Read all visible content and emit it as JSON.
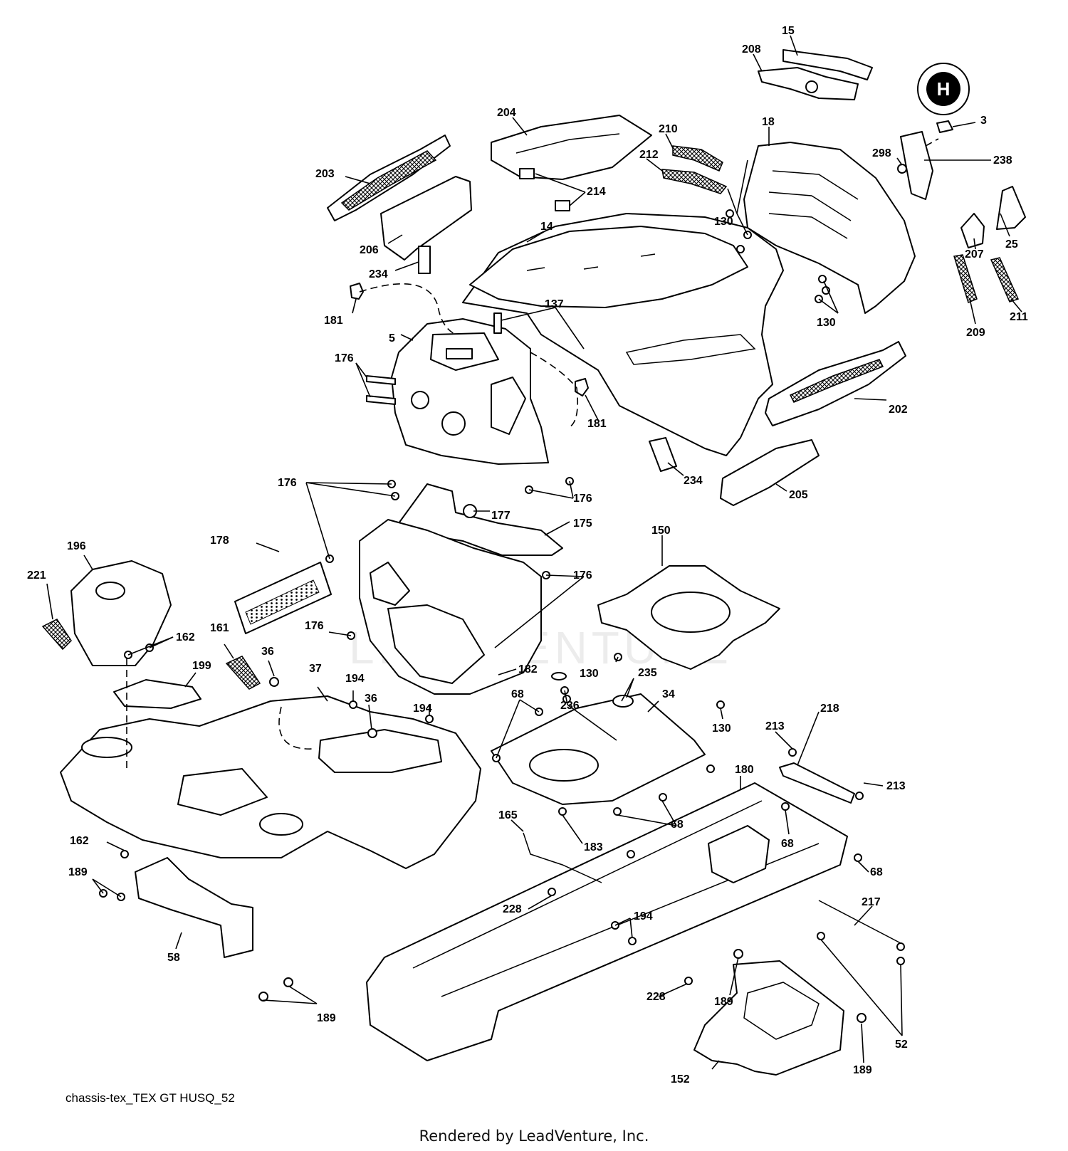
{
  "diagram": {
    "caption": "chassis-tex_TEX GT HUSQ_52",
    "footer": "Rendered by LeadVenture, Inc.",
    "watermark": "LEADVENTURE",
    "logo_letter": "H",
    "callouts": [
      {
        "id": "c15",
        "text": "15"
      },
      {
        "id": "c208",
        "text": "208"
      },
      {
        "id": "c204",
        "text": "204"
      },
      {
        "id": "c210",
        "text": "210"
      },
      {
        "id": "c18",
        "text": "18"
      },
      {
        "id": "c3",
        "text": "3"
      },
      {
        "id": "c298",
        "text": "298"
      },
      {
        "id": "c238",
        "text": "238"
      },
      {
        "id": "c203",
        "text": "203"
      },
      {
        "id": "c212",
        "text": "212"
      },
      {
        "id": "c214",
        "text": "214"
      },
      {
        "id": "c130a",
        "text": "130"
      },
      {
        "id": "c25",
        "text": "25"
      },
      {
        "id": "c14",
        "text": "14"
      },
      {
        "id": "c207",
        "text": "207"
      },
      {
        "id": "c206",
        "text": "206"
      },
      {
        "id": "c234a",
        "text": "234"
      },
      {
        "id": "c130b",
        "text": "130"
      },
      {
        "id": "c211",
        "text": "211"
      },
      {
        "id": "c209",
        "text": "209"
      },
      {
        "id": "c181a",
        "text": "181"
      },
      {
        "id": "c137",
        "text": "137"
      },
      {
        "id": "c5",
        "text": "5"
      },
      {
        "id": "c176a",
        "text": "176"
      },
      {
        "id": "c202",
        "text": "202"
      },
      {
        "id": "c181b",
        "text": "181"
      },
      {
        "id": "c234b",
        "text": "234"
      },
      {
        "id": "c176b",
        "text": "176"
      },
      {
        "id": "c176c",
        "text": "176"
      },
      {
        "id": "c205",
        "text": "205"
      },
      {
        "id": "c177",
        "text": "177"
      },
      {
        "id": "c175",
        "text": "175"
      },
      {
        "id": "c150",
        "text": "150"
      },
      {
        "id": "c196",
        "text": "196"
      },
      {
        "id": "c178",
        "text": "178"
      },
      {
        "id": "c176d",
        "text": "176"
      },
      {
        "id": "c221",
        "text": "221"
      },
      {
        "id": "c162a",
        "text": "162"
      },
      {
        "id": "c161",
        "text": "161"
      },
      {
        "id": "c176e",
        "text": "176"
      },
      {
        "id": "c36a",
        "text": "36"
      },
      {
        "id": "c199",
        "text": "199"
      },
      {
        "id": "c37",
        "text": "37"
      },
      {
        "id": "c194a",
        "text": "194"
      },
      {
        "id": "c182",
        "text": "182"
      },
      {
        "id": "c130c",
        "text": "130"
      },
      {
        "id": "c235",
        "text": "235"
      },
      {
        "id": "c68a",
        "text": "68"
      },
      {
        "id": "c34",
        "text": "34"
      },
      {
        "id": "c36b",
        "text": "36"
      },
      {
        "id": "c236",
        "text": "236"
      },
      {
        "id": "c194b",
        "text": "194"
      },
      {
        "id": "c130d",
        "text": "130"
      },
      {
        "id": "c213a",
        "text": "213"
      },
      {
        "id": "c218",
        "text": "218"
      },
      {
        "id": "c180",
        "text": "180"
      },
      {
        "id": "c213b",
        "text": "213"
      },
      {
        "id": "c68b",
        "text": "68"
      },
      {
        "id": "c68c",
        "text": "68"
      },
      {
        "id": "c162b",
        "text": "162"
      },
      {
        "id": "c165",
        "text": "165"
      },
      {
        "id": "c183",
        "text": "183"
      },
      {
        "id": "c68d",
        "text": "68"
      },
      {
        "id": "c189a",
        "text": "189"
      },
      {
        "id": "c217",
        "text": "217"
      },
      {
        "id": "c228a",
        "text": "228"
      },
      {
        "id": "c194c",
        "text": "194"
      },
      {
        "id": "c58",
        "text": "58"
      },
      {
        "id": "c228b",
        "text": "228"
      },
      {
        "id": "c189b",
        "text": "189"
      },
      {
        "id": "c52",
        "text": "52"
      },
      {
        "id": "c189c",
        "text": "189"
      },
      {
        "id": "c189d",
        "text": "189"
      },
      {
        "id": "c152",
        "text": "152"
      }
    ]
  }
}
